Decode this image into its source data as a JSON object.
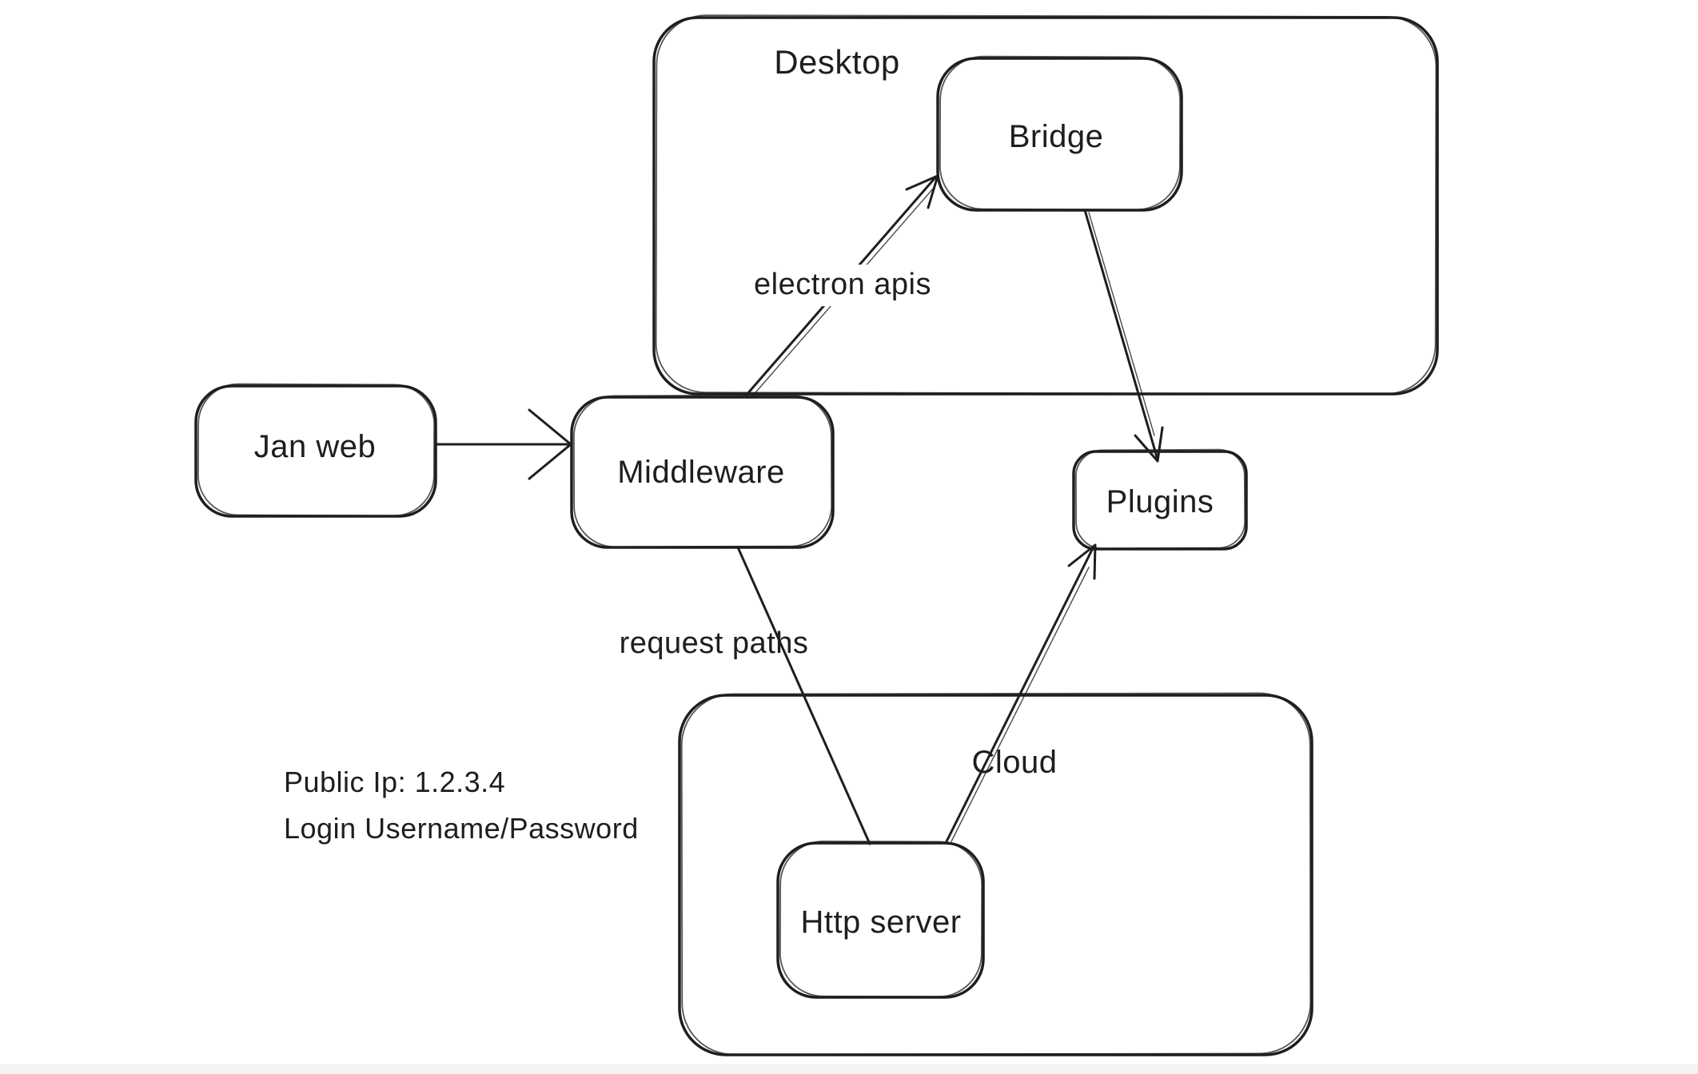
{
  "canvas": {
    "background": "#ffffff",
    "ink": "#1e1e1e"
  },
  "nodes": [
    {
      "id": "desktop",
      "label": "Desktop",
      "kind": "container"
    },
    {
      "id": "bridge",
      "label": "Bridge",
      "kind": "box"
    },
    {
      "id": "jan-web",
      "label": "Jan web",
      "kind": "box"
    },
    {
      "id": "middleware",
      "label": "Middleware",
      "kind": "box"
    },
    {
      "id": "plugins",
      "label": "Plugins",
      "kind": "box"
    },
    {
      "id": "cloud",
      "label": "Cloud",
      "kind": "container"
    },
    {
      "id": "http-server",
      "label": "Http server",
      "kind": "box"
    }
  ],
  "edges": [
    {
      "id": "janweb-to-middleware",
      "from": "Jan web",
      "to": "Middleware",
      "label": "",
      "arrowhead": true
    },
    {
      "id": "middleware-to-bridge",
      "from": "Middleware",
      "to": "Bridge",
      "label": "electron apis",
      "arrowhead": true
    },
    {
      "id": "bridge-to-plugins",
      "from": "Bridge",
      "to": "Plugins",
      "label": "",
      "arrowhead": true
    },
    {
      "id": "middleware-to-httpserver",
      "from": "Middleware",
      "to": "Http server",
      "label": "request paths",
      "arrowhead": false
    },
    {
      "id": "httpserver-to-plugins",
      "from": "Http server",
      "to": "Plugins",
      "label": "",
      "arrowhead": true
    }
  ],
  "annotation": {
    "line1": "Public Ip: 1.2.3.4",
    "line2": "Login Username/Password"
  }
}
